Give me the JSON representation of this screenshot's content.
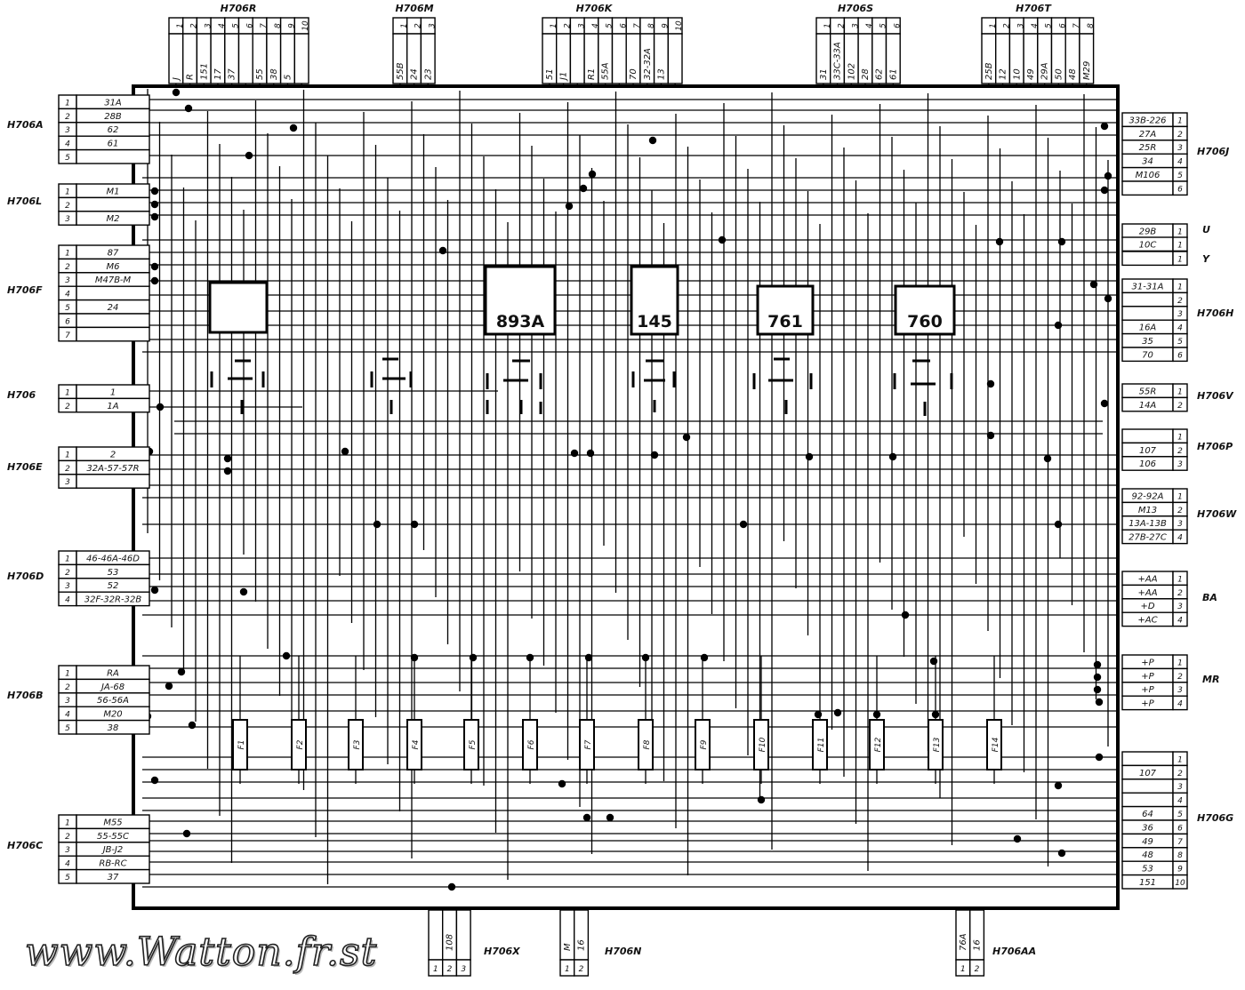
{
  "watermark": "www.Watton.fr.st",
  "modules": [
    "893A",
    "145",
    "761",
    "760"
  ],
  "fuses": [
    "F1",
    "F2",
    "F3",
    "F4",
    "F5",
    "F6",
    "F7",
    "F8",
    "F9",
    "F10",
    "F11",
    "F12",
    "F13",
    "F14"
  ],
  "connectors": {
    "left": [
      {
        "name": "H706A",
        "pins": [
          "1",
          "2",
          "3",
          "4",
          "5"
        ],
        "wires": [
          "31A",
          "28B",
          "62",
          "61",
          ""
        ]
      },
      {
        "name": "H706L",
        "pins": [
          "1",
          "2",
          "3"
        ],
        "wires": [
          "M1",
          "",
          "M2"
        ]
      },
      {
        "name": "H706F",
        "pins": [
          "1",
          "2",
          "3",
          "4",
          "5",
          "6",
          "7"
        ],
        "wires": [
          "87",
          "M6",
          "M47B-M",
          "",
          "24",
          "",
          ""
        ]
      },
      {
        "name": "H706",
        "pins": [
          "1",
          "2"
        ],
        "wires": [
          "1",
          "1A"
        ]
      },
      {
        "name": "H706E",
        "pins": [
          "1",
          "2",
          "3"
        ],
        "wires": [
          "2",
          "32A-57-57R",
          ""
        ]
      },
      {
        "name": "H706D",
        "pins": [
          "1",
          "2",
          "3",
          "4"
        ],
        "wires": [
          "46-46A-46D",
          "53",
          "52",
          "32F-32R-32B"
        ]
      },
      {
        "name": "H706B",
        "pins": [
          "1",
          "2",
          "3",
          "4",
          "5"
        ],
        "wires": [
          "RA",
          "JA-68",
          "56-56A",
          "M20",
          "38"
        ]
      },
      {
        "name": "H706C",
        "pins": [
          "1",
          "2",
          "3",
          "4",
          "5"
        ],
        "wires": [
          "M55",
          "55-55C",
          "JB-J2",
          "RB-RC",
          "37"
        ]
      }
    ],
    "right": [
      {
        "name": "H706J",
        "pins": [
          "1",
          "2",
          "3",
          "4",
          "5",
          "6"
        ],
        "wires": [
          "33B-226",
          "27A",
          "25R",
          "34",
          "M106",
          ""
        ]
      },
      {
        "name": "U",
        "pins": [
          "1"
        ],
        "wires": [
          "29B"
        ]
      },
      {
        "name": "",
        "pins": [
          "1"
        ],
        "wires": [
          "10C"
        ]
      },
      {
        "name": "Y",
        "pins": [
          "1"
        ],
        "wires": [
          ""
        ]
      },
      {
        "name": "H706H",
        "pins": [
          "1",
          "2",
          "3",
          "4",
          "5",
          "6"
        ],
        "wires": [
          "31-31A",
          "",
          "",
          "16A",
          "35",
          "70"
        ]
      },
      {
        "name": "H706V",
        "pins": [
          "1",
          "2"
        ],
        "wires": [
          "55R",
          "14A"
        ]
      },
      {
        "name": "H706P",
        "pins": [
          "1",
          "2",
          "3"
        ],
        "wires": [
          "",
          "107",
          "106"
        ]
      },
      {
        "name": "H706W",
        "pins": [
          "1",
          "2",
          "3",
          "4"
        ],
        "wires": [
          "92-92A",
          "M13",
          "13A-13B",
          "27B-27C"
        ]
      },
      {
        "name": "BA",
        "pins": [
          "1",
          "2",
          "3",
          "4"
        ],
        "wires": [
          "+AA",
          "+AA",
          "+D",
          "+AC"
        ]
      },
      {
        "name": "MR",
        "pins": [
          "1",
          "2",
          "3",
          "4"
        ],
        "wires": [
          "+P",
          "+P",
          "+P",
          "+P"
        ]
      },
      {
        "name": "H706G",
        "pins": [
          "1",
          "2",
          "3",
          "4",
          "5",
          "6",
          "7",
          "8",
          "9",
          "10"
        ],
        "wires": [
          "",
          "107",
          "",
          "",
          "64",
          "36",
          "49",
          "48",
          "53",
          "151"
        ]
      }
    ],
    "top": [
      {
        "name": "H706R",
        "pins": [
          "1",
          "2",
          "3",
          "4",
          "5",
          "6",
          "7",
          "8",
          "9",
          "10"
        ],
        "wires": [
          "J",
          "R",
          "151",
          "17",
          "37",
          "",
          "55",
          "38",
          "5",
          ""
        ]
      },
      {
        "name": "H706M",
        "pins": [
          "1",
          "2",
          "3"
        ],
        "wires": [
          "55B",
          "24",
          "23"
        ]
      },
      {
        "name": "H706K",
        "pins": [
          "1",
          "2",
          "3",
          "4",
          "5",
          "6",
          "7",
          "8",
          "9",
          "10"
        ],
        "wires": [
          "51",
          "J1",
          "",
          "R1",
          "55A",
          "",
          "70",
          "32-32A",
          "13",
          ""
        ]
      },
      {
        "name": "H706S",
        "pins": [
          "1",
          "2",
          "3",
          "4",
          "5",
          "6"
        ],
        "wires": [
          "31",
          "33C-33A",
          "102",
          "28",
          "62",
          "61"
        ]
      },
      {
        "name": "H706T",
        "pins": [
          "1",
          "2",
          "3",
          "4",
          "5",
          "6",
          "7",
          "8"
        ],
        "wires": [
          "25B",
          "12",
          "10",
          "49",
          "29A",
          "50",
          "48",
          "M29"
        ]
      }
    ],
    "bottom": [
      {
        "name": "H706X",
        "pins": [
          "1",
          "2",
          "3"
        ],
        "wires": [
          "",
          "108",
          ""
        ]
      },
      {
        "name": "H706N",
        "pins": [
          "1",
          "2"
        ],
        "wires": [
          "M",
          "16"
        ]
      },
      {
        "name": "H706AA",
        "pins": [
          "1",
          "2"
        ],
        "wires": [
          "76A",
          "16"
        ]
      }
    ]
  }
}
